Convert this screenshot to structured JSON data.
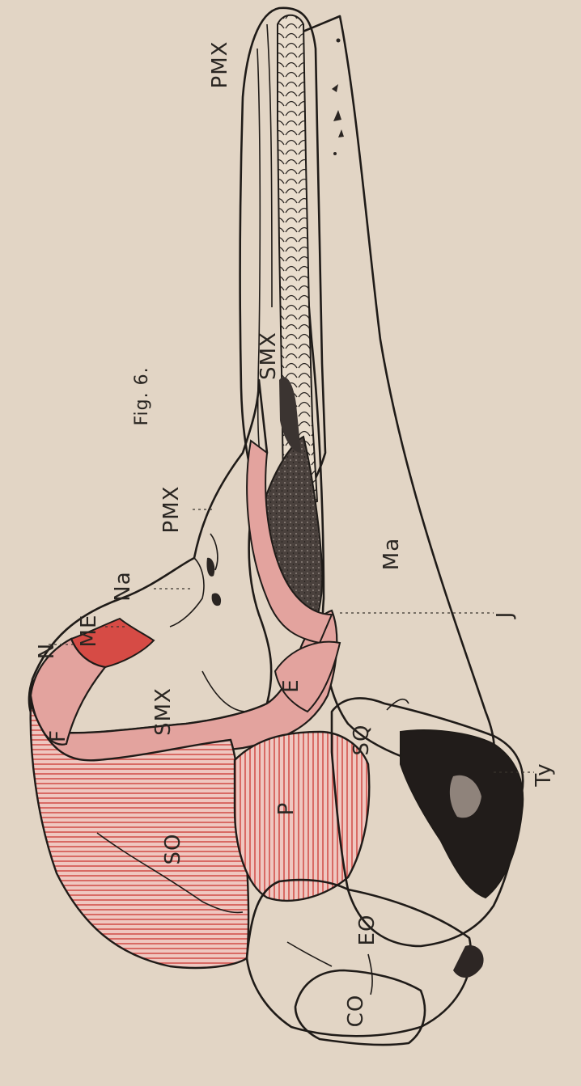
{
  "figure": {
    "caption": "Fig. 6.",
    "colors": {
      "paper": "#e2d5c5",
      "bone": "#e8dccc",
      "pink": "#e3a39e",
      "red": "#d64b45",
      "dark": "#2b2624"
    }
  },
  "labels": {
    "pmx_tip": "PMX",
    "pmx": "PMX",
    "smx_rostrum": "SMX",
    "na": "Na",
    "me": "ME",
    "n": "N",
    "f": "F",
    "smx": "SMX",
    "so": "SO",
    "p": "P",
    "e": "E",
    "sq": "SQ",
    "ty": "Ty",
    "eo": "EO",
    "co": "CO",
    "ma": "Ma",
    "j": "J"
  }
}
